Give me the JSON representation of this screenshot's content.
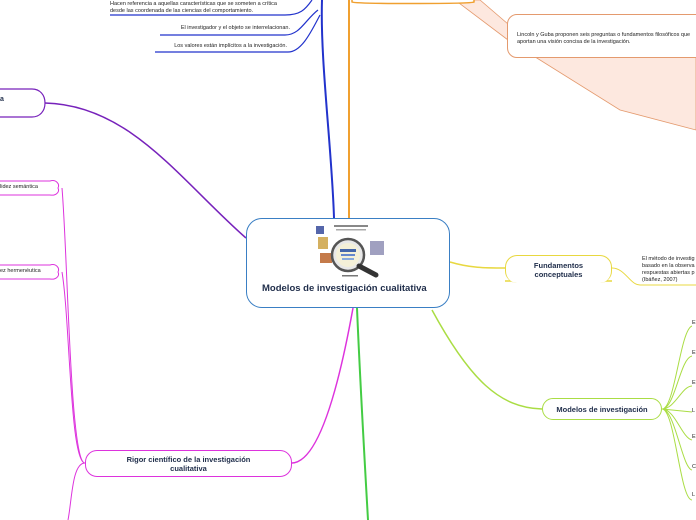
{
  "central": {
    "title": "Modelos de investigación cualitativa"
  },
  "branches": {
    "fundamentos": "Fundamentos conceptuales",
    "modelos": "Modelos de investigación",
    "rigor": "Rigor científico de la investigación cualitativa"
  },
  "notes": {
    "top1": "Hacen referencia a aquellas características que se someten a crítica desde las coordenada de las ciencias del comportamiento.",
    "top2": "El investigador y el objeto se interrelacionan.",
    "top3": "Los valores están implícitos a la investigación.",
    "lincoln": "Lincoln y Guba proponen seis preguntas o fundamentos filosóficos que aportan una visión concisa de la investigación.",
    "fundamentos_note": "El método de investig basado en la observa respuestas abiertas p (Ibáñez, 2007)",
    "left_top_fragment": "a",
    "semantica": "lidez semántica",
    "hermeneutica": "ez hermenéutica"
  },
  "model_stubs": [
    "E",
    "E",
    "E",
    "L",
    "E",
    "C",
    "L"
  ],
  "colors": {
    "blue": "#3a7fc4",
    "navy": "#2233cc",
    "orange": "#f0a030",
    "peach": "#e49a6e",
    "peach_fill": "#fde8df",
    "yellow": "#e8d840",
    "lime": "#aadd44",
    "green": "#44cc44",
    "magenta": "#dd33dd",
    "purple": "#7722bb"
  }
}
